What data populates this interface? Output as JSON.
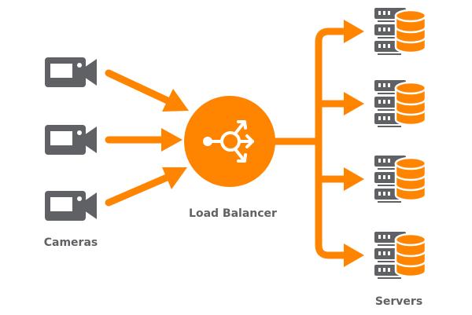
{
  "colors": {
    "accent": "#ff8500",
    "icon_gray": "#5f6164",
    "text_gray": "#5f6164",
    "background": "#ffffff"
  },
  "labels": {
    "cameras": "Cameras",
    "load_balancer": "Load Balancer",
    "servers": "Servers"
  },
  "cameras": [
    {
      "icon": "video-camera-icon"
    },
    {
      "icon": "video-camera-icon"
    },
    {
      "icon": "video-camera-icon"
    }
  ],
  "load_balancer": {
    "icon": "load-balancer-split-icon"
  },
  "servers": [
    {
      "icon": "server-database-icon"
    },
    {
      "icon": "server-database-icon"
    },
    {
      "icon": "server-database-icon"
    },
    {
      "icon": "server-database-icon"
    }
  ]
}
